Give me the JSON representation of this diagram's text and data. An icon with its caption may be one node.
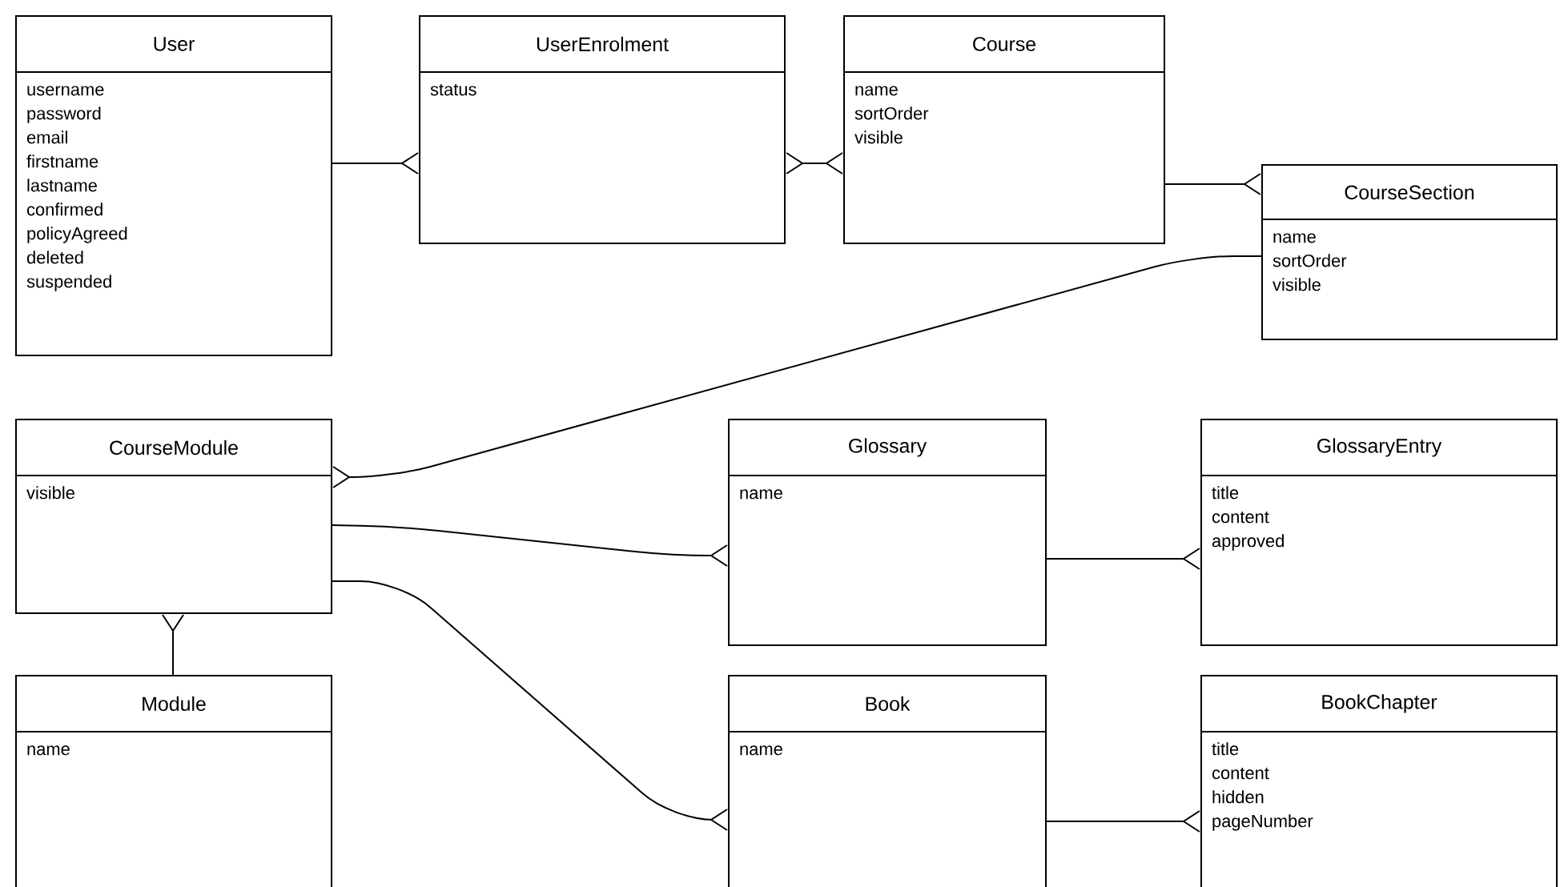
{
  "diagram": {
    "nodes": [
      {
        "text": [
          "User",
          "username",
          "password",
          "email",
          "firstname",
          "lastname",
          "confirmed",
          "policyAgreed",
          "deleted",
          "suspended"
        ]
      },
      {
        "text": [
          "UserEnrolment",
          "status"
        ]
      },
      {
        "text": [
          "Course",
          "name",
          "sortOrder",
          "visible"
        ]
      },
      {
        "text": [
          "CourseSection",
          "name",
          "sortOrder",
          "visible"
        ]
      },
      {
        "text": [
          "CourseModule",
          "visible"
        ]
      },
      {
        "text": [
          "Glossary",
          "name"
        ]
      },
      {
        "text": [
          "GlossaryEntry",
          "title",
          "content",
          "approved"
        ]
      },
      {
        "text": [
          "Module",
          "name"
        ]
      },
      {
        "text": [
          "Book",
          "name"
        ]
      },
      {
        "text": [
          "BookChapter",
          "title",
          "content",
          "hidden",
          "pageNumber"
        ]
      }
    ],
    "edges": [
      {
        "from": 0,
        "to": 1,
        "arrow": "other"
      },
      {
        "from": 1,
        "to": 2,
        "arrow": "other"
      },
      {
        "from": 2,
        "to": 3,
        "arrow": "other"
      },
      {
        "from": 3,
        "to": 4,
        "arrow": "other"
      },
      {
        "from": 4,
        "to": 5,
        "arrow": "other"
      },
      {
        "from": 4,
        "to": 8,
        "arrow": "other"
      },
      {
        "from": 5,
        "to": 6,
        "arrow": "other"
      },
      {
        "from": 7,
        "to": 4,
        "arrow": "other"
      },
      {
        "from": 8,
        "to": 9,
        "arrow": "other"
      }
    ]
  }
}
